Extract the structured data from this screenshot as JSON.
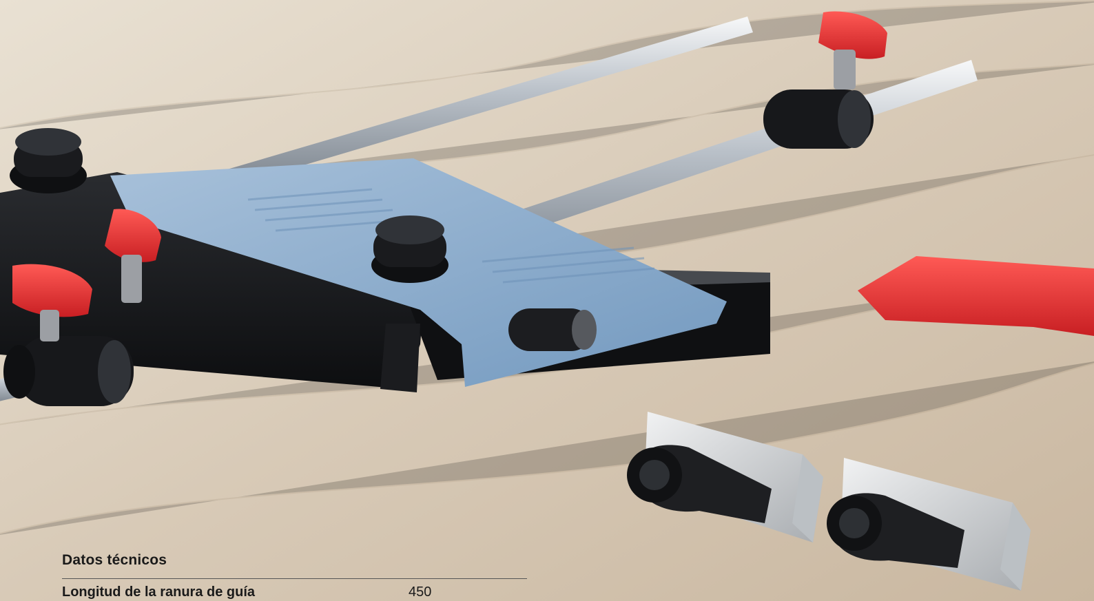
{
  "specs": {
    "title": "Datos técnicos",
    "rows": [
      {
        "label": "Longitud de la ranura de guía",
        "value": "450"
      }
    ]
  },
  "colors": {
    "accent_red": "#e93232",
    "wood_light": "#e7dece",
    "plastic_blue": "#8aaed0",
    "black_body": "#121316"
  }
}
